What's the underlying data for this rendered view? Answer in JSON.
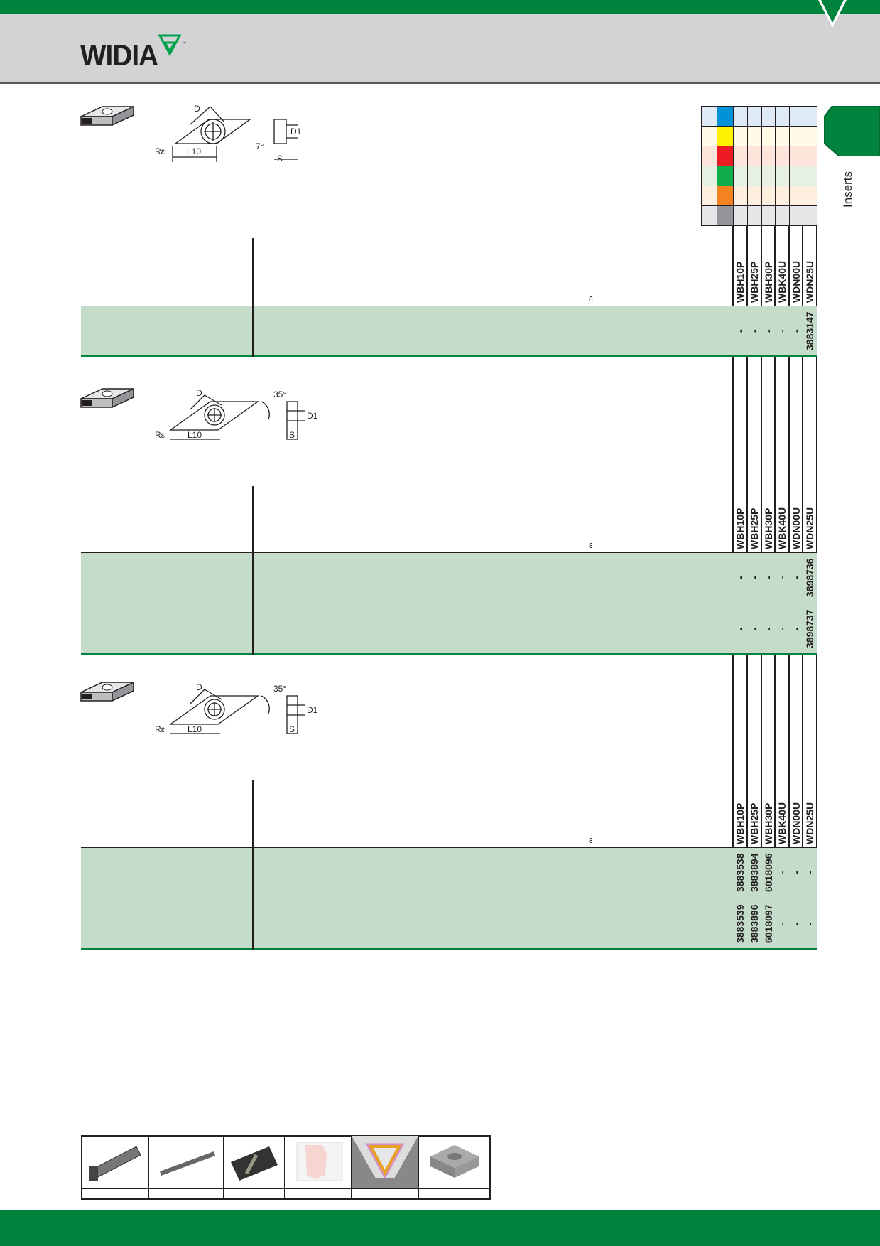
{
  "brand": {
    "logo_text": "WIDIA",
    "trademark": "™",
    "accent": "#00843d"
  },
  "side_tab": {
    "label": "Inserts"
  },
  "material_grid": {
    "colors": [
      "#0092d7",
      "#fff200",
      "#ed1c24",
      "#0fac4b",
      "#f58220",
      "#939598"
    ],
    "row_tints": [
      "#deeaf6",
      "#fffbe6",
      "#fde5dc",
      "#e6f1e4",
      "#feeedf",
      "#e6e7e8"
    ]
  },
  "grades": [
    "WBH10P",
    "WBH25P",
    "WBH30P",
    "WBK40U",
    "WDN00U",
    "WDN25U"
  ],
  "sections": [
    {
      "diagram_labels": {
        "d": "D",
        "d1": "D1",
        "l10": "L10",
        "re": "Rε",
        "s": "S",
        "angle": "7°"
      },
      "epsilon": "ε",
      "rows": [
        [
          "-",
          "-",
          "-",
          "-",
          "-",
          "3883147"
        ]
      ]
    },
    {
      "diagram_labels": {
        "d": "D",
        "d1": "D1",
        "l10": "L10",
        "re": "Rε",
        "s": "S",
        "angle": "35°"
      },
      "epsilon": "ε",
      "rows": [
        [
          "-",
          "-",
          "-",
          "-",
          "-",
          "3898736"
        ],
        [
          "-",
          "-",
          "-",
          "-",
          "-",
          "3898737"
        ]
      ]
    },
    {
      "diagram_labels": {
        "d": "D",
        "d1": "D1",
        "l10": "L10",
        "re": "Rε",
        "s": "S",
        "angle": "35°"
      },
      "epsilon": "ε",
      "rows": [
        [
          "3883538",
          "3883894",
          "6018096",
          "-",
          "-",
          "-"
        ],
        [
          "3883539",
          "3883896",
          "6018097",
          "-",
          "-",
          "-"
        ]
      ]
    }
  ],
  "thumbnails": [
    "toolholder",
    "boring-bar",
    "cartridge",
    "chipbreaker-chart",
    "coating-layers",
    "insert"
  ]
}
